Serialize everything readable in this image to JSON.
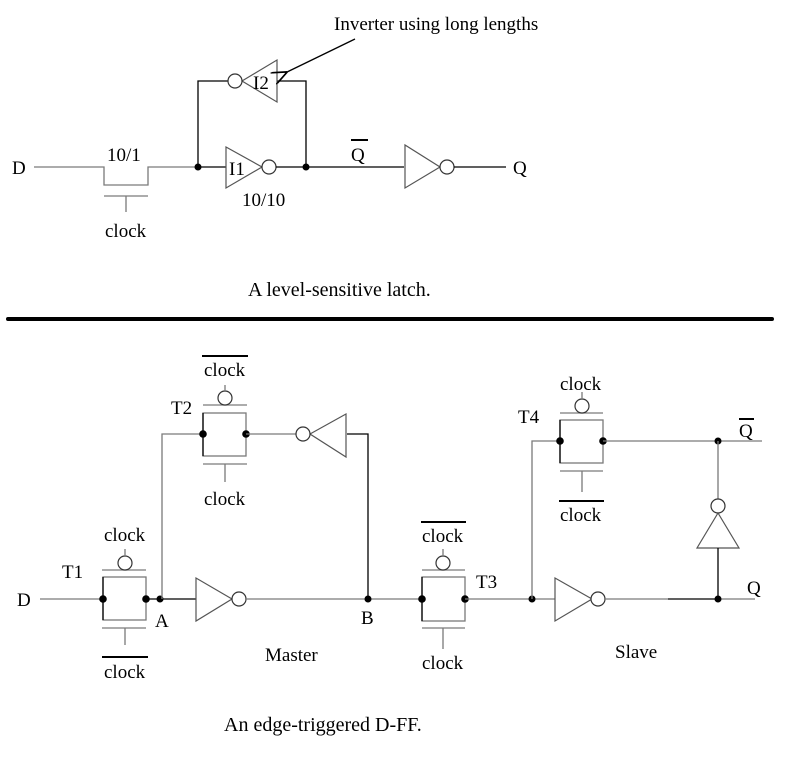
{
  "latch": {
    "annotation": "Inverter using long lengths",
    "input_label": "D",
    "transistor_size": "10/1",
    "gate_label": "clock",
    "inverter_1_label": "I1",
    "inverter_2_label": "I2",
    "inverter_1_size": "10/10",
    "qbar_label": "Q",
    "q_label": "Q",
    "caption": "A level-sensitive latch."
  },
  "dff": {
    "input_label": "D",
    "node_a": "A",
    "node_b": "B",
    "master_label": "Master",
    "slave_label": "Slave",
    "qbar_label": "Q",
    "q_label": "Q",
    "gates": [
      {
        "name": "T1",
        "top": "clock",
        "top_bar": false,
        "bottom": "clock",
        "bottom_bar": true
      },
      {
        "name": "T2",
        "top": "clock",
        "top_bar": true,
        "bottom": "clock",
        "bottom_bar": false
      },
      {
        "name": "T3",
        "top": "clock",
        "top_bar": true,
        "bottom": "clock",
        "bottom_bar": false
      },
      {
        "name": "T4",
        "top": "clock",
        "top_bar": false,
        "bottom": "clock",
        "bottom_bar": true
      }
    ],
    "caption": "An edge-triggered D-FF."
  }
}
